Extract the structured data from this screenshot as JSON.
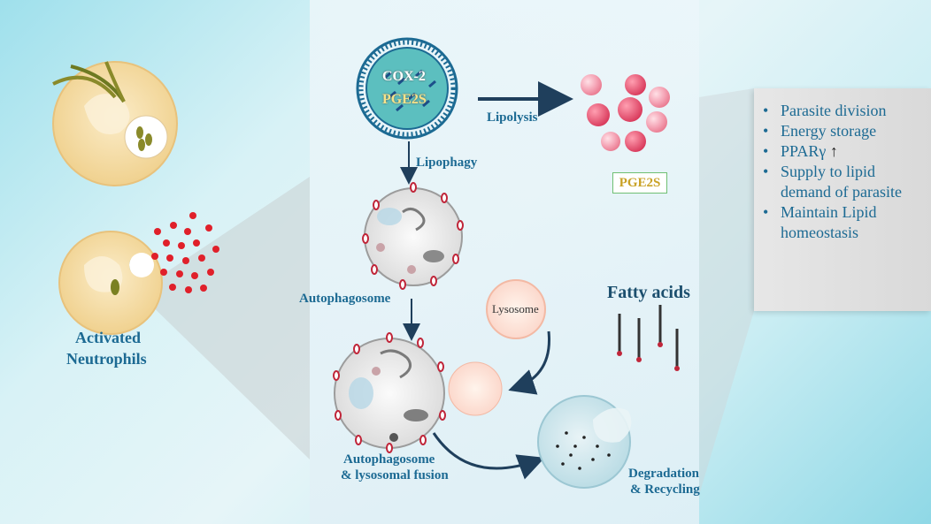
{
  "membrane": {
    "line1": "COX-2",
    "line2": "PGE2S"
  },
  "labels": {
    "lipolysis": "Lipolysis",
    "lipophagy": "Lipophagy",
    "pge2s_box": "PGE2S",
    "autophagosome": "Autophagosome",
    "lysosome": "Lysosome",
    "fatty_acids": "Fatty acids",
    "fusion_line1": "Autophagosome",
    "fusion_line2": "& lysosomal fusion",
    "degradation_line1": "Degradation",
    "degradation_line2": "& Recycling",
    "neutrophils_line1": "Activated",
    "neutrophils_line2": "Neutrophils"
  },
  "info_panel": {
    "items": [
      "Parasite division",
      "Energy storage",
      "PPARγ",
      "Supply to lipid demand of parasite",
      "Maintain Lipid homeostasis"
    ],
    "arrow": "↑"
  },
  "colors": {
    "label_blue": "#1c6a93",
    "droplet_pink": "#f08aa0",
    "cell_beige": "#f4d9a0",
    "red_dot": "#e0202a"
  }
}
